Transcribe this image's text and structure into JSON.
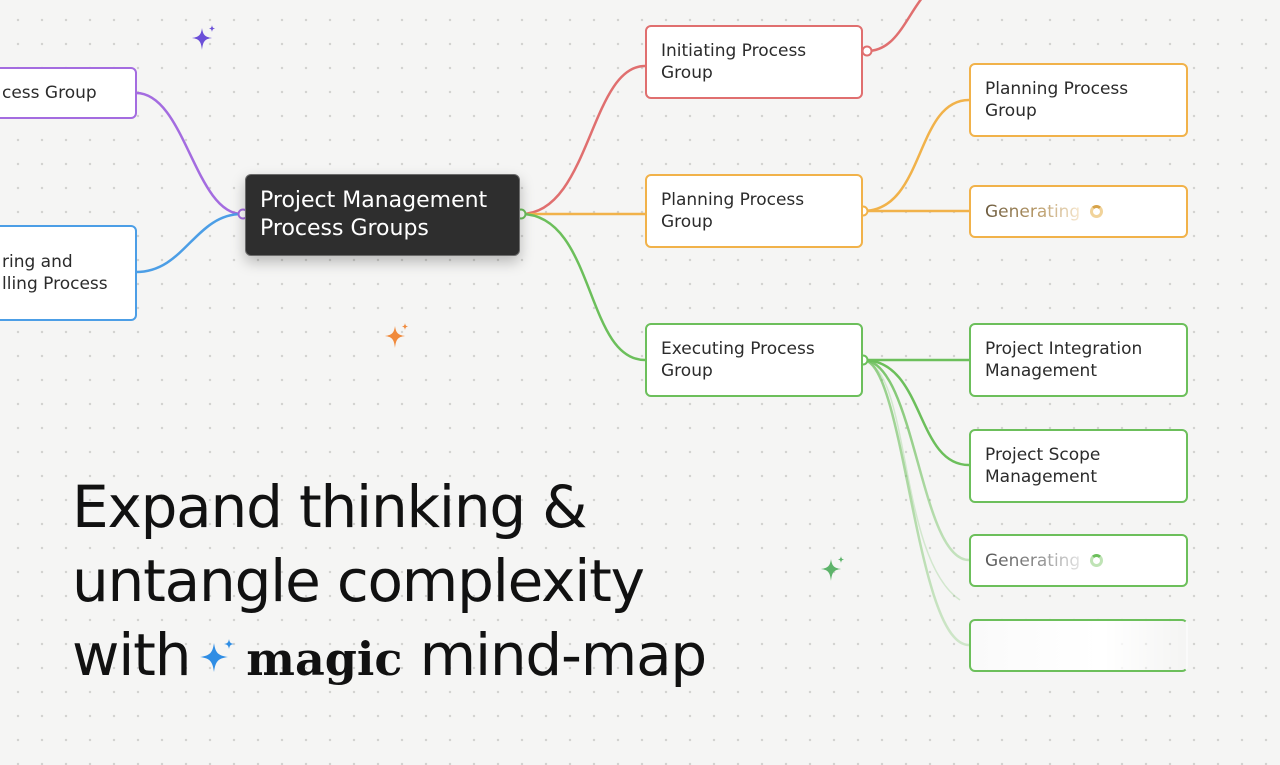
{
  "mindmap": {
    "root": {
      "line1": "Project Management",
      "line2": "Process Groups"
    },
    "left_nodes": [
      {
        "line1": "cess Group",
        "line2": "",
        "color": "#a46ce0"
      },
      {
        "line1": "ring and",
        "line2": "lling Process",
        "color": "#4c9ee6"
      }
    ],
    "right_nodes": [
      {
        "line1": "Initiating Process",
        "line2": "Group",
        "color": "#e06f6f"
      },
      {
        "line1": "Planning Process",
        "line2": "Group",
        "color": "#f1b24a"
      },
      {
        "line1": "Executing Process",
        "line2": "Group",
        "color": "#6cbf5b"
      }
    ],
    "planning_children": [
      {
        "line1": "Planning Process",
        "line2": "Group"
      },
      {
        "label": "Generating"
      }
    ],
    "executing_children": [
      {
        "line1": "Project Integration",
        "line2": "Management"
      },
      {
        "line1": "Project Scope",
        "line2": "Management"
      },
      {
        "label": "Generating"
      }
    ]
  },
  "headline": {
    "line1": "Expand thinking &",
    "line2": "untangle complexity",
    "line3_prefix": "with",
    "magic_word": "magic",
    "line3_suffix": "mind-map"
  },
  "colors": {
    "red": "#e06f6f",
    "orange": "#f1b24a",
    "green": "#6cbf5b",
    "purple": "#a46ce0",
    "blue": "#4c9ee6",
    "root_bg": "#2e2e2e",
    "sparkle_purple": "#6b4fd8",
    "sparkle_orange": "#f08a3c",
    "sparkle_green": "#5db36a",
    "sparkle_blue": "#2f8de4"
  },
  "icons": [
    "sparkle-icon",
    "loading-spinner-icon"
  ]
}
